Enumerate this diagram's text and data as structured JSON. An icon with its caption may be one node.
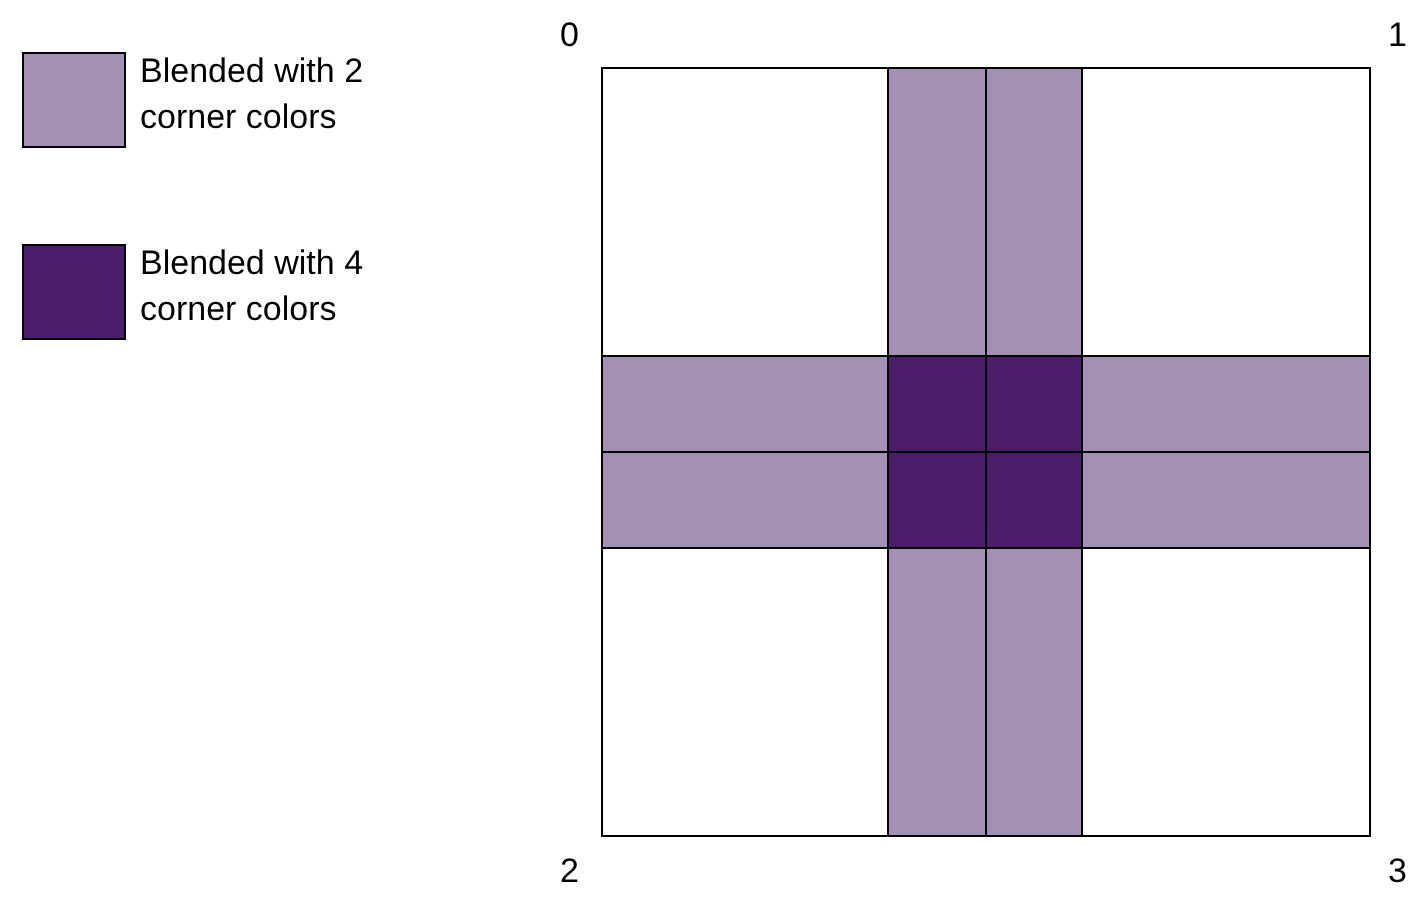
{
  "diagram": {
    "labels": [
      "0",
      "1",
      "2",
      "3"
    ],
    "legend": [
      {
        "text": "Blended with 2 corner colors",
        "color": "#a48fb5"
      },
      {
        "text": "Blended with 4 corner colors",
        "color": "#4b1e6b"
      }
    ]
  }
}
